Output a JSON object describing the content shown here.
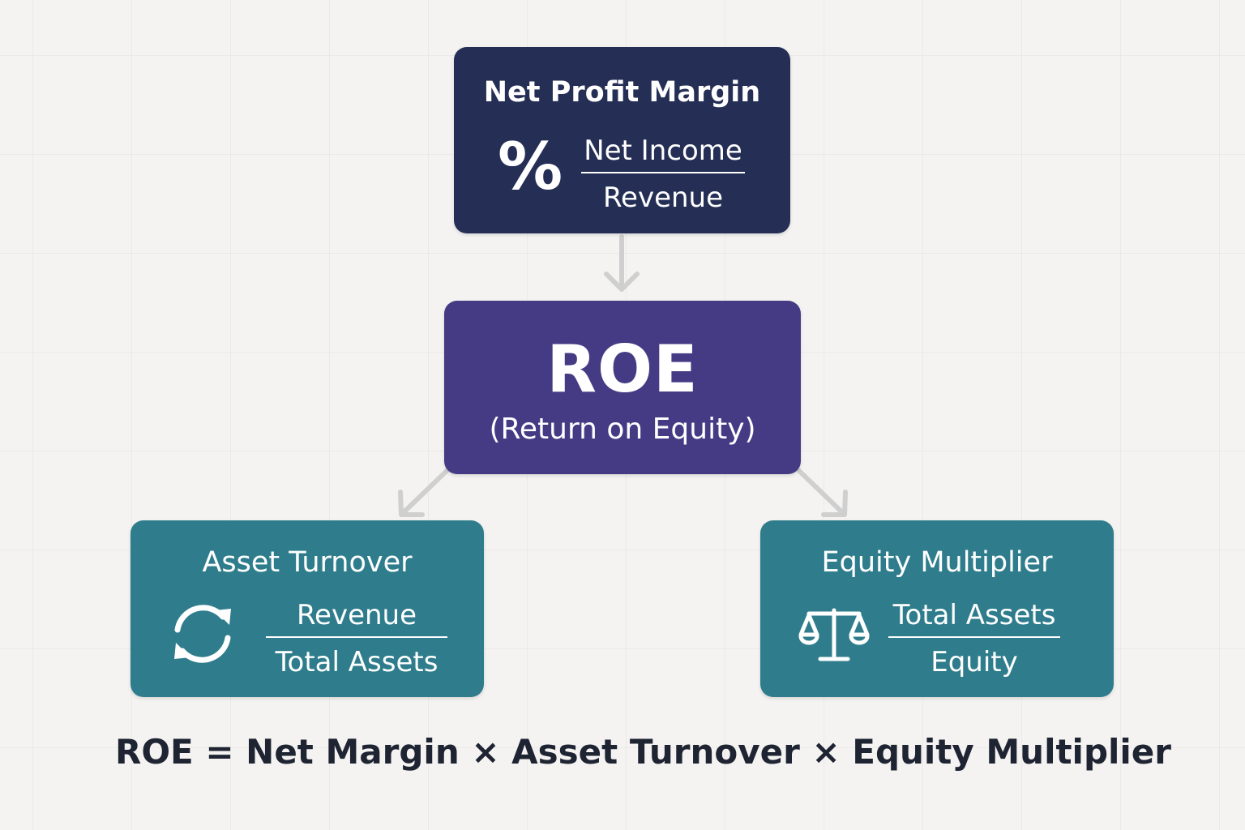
{
  "colors": {
    "npm_box": "#252f55",
    "roe_box": "#453b85",
    "component_box": "#2f7d8c",
    "connector": "#cfcfcf",
    "formula_text": "#1f2433"
  },
  "net_profit_margin": {
    "title": "Net Profit Margin",
    "icon": "percent-icon",
    "icon_glyph": "%",
    "numerator": "Net Income",
    "denominator": "Revenue"
  },
  "roe": {
    "title": "ROE",
    "subtitle": "(Return on Equity)"
  },
  "asset_turnover": {
    "title": "Asset Turnover",
    "icon": "refresh-cycle-icon",
    "numerator": "Revenue",
    "denominator": "Total Assets"
  },
  "equity_multiplier": {
    "title": "Equity Multiplier",
    "icon": "balance-scale-icon",
    "numerator": "Total Assets",
    "denominator": "Equity"
  },
  "formula": "ROE = Net Margin × Asset Turnover × Equity Multiplier"
}
